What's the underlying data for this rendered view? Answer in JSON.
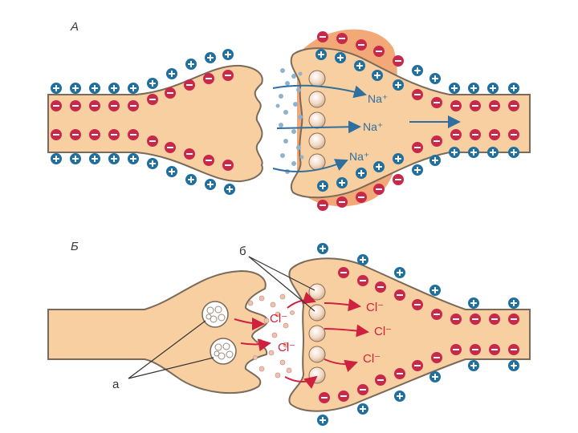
{
  "panel_a": {
    "label": "А",
    "ion_labels": [
      "Na⁺",
      "Na⁺",
      "Na⁺"
    ]
  },
  "panel_b": {
    "label": "Б",
    "ion_labels": [
      "Cl⁻",
      "Cl⁻",
      "Cl⁻",
      "Cl⁻",
      "Cl⁻"
    ],
    "callout_a": "а",
    "callout_b": "б"
  },
  "colors": {
    "cytoplasm": "#f8cfa0",
    "depolarized_zone": "#f2a877",
    "membrane": "#7a6a5a",
    "positive_charge": "#1f6fa0",
    "negative_charge": "#c8284a",
    "sodium_flow": "#2f6f9f",
    "chloride_flow": "#d02040",
    "receptor": "#f1d9c4"
  },
  "icons": [
    "plus-charge-icon",
    "minus-charge-icon",
    "receptor-icon",
    "synaptic-vesicle-icon",
    "flow-arrow-icon"
  ]
}
